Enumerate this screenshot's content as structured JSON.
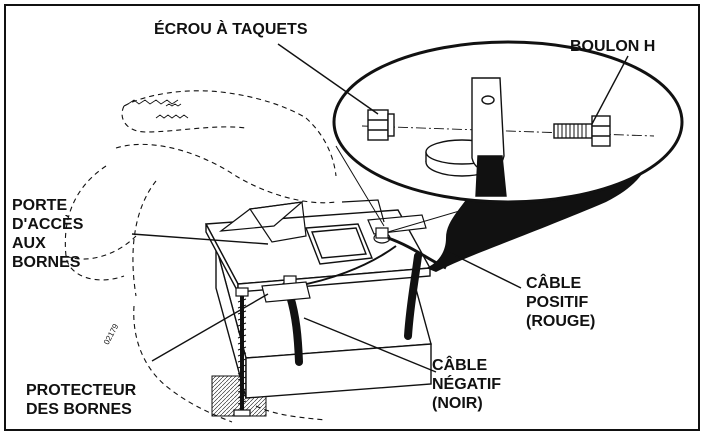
{
  "labels": {
    "nut": "ÉCROU À TAQUETS",
    "bolt": "BOULON H",
    "door": [
      "PORTE",
      "D'ACCÈS",
      "AUX",
      "BORNES"
    ],
    "positive_cable": [
      "CÂBLE",
      "POSITIF",
      "(ROUGE)"
    ],
    "negative_cable": [
      "CÂBLE",
      "NÉGATIF",
      "(NOIR)"
    ],
    "protector": [
      "PROTECTEUR",
      "DES BORNES"
    ]
  },
  "part_code": "02179",
  "colors": {
    "ink": "#111111",
    "background": "#ffffff"
  }
}
